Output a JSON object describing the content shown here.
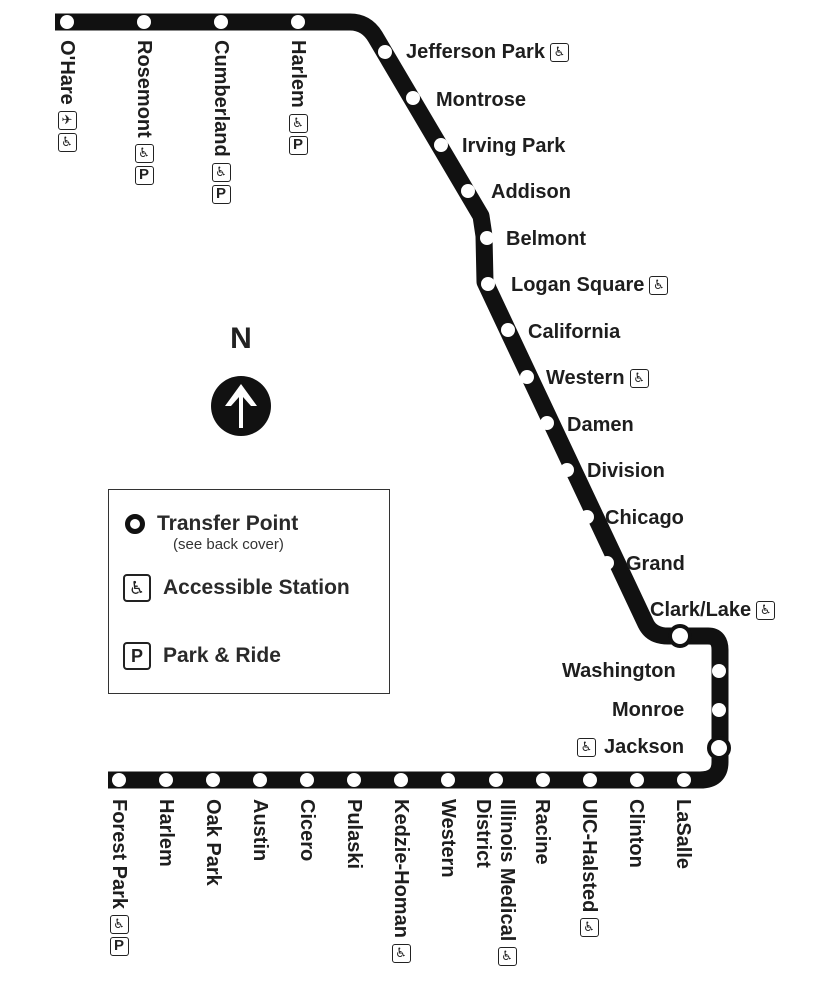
{
  "colors": {
    "line": "#111111",
    "station_fill": "#ffffff",
    "text": "#1e1e1e"
  },
  "north": {
    "label": "N",
    "icon": "north-arrow-icon"
  },
  "legend": {
    "transfer": "Transfer Point",
    "transfer_note": "(see back cover)",
    "accessible": "Accessible Station",
    "park_ride": "Park & Ride"
  },
  "icons": {
    "accessible": "wheelchair-icon",
    "parking": "P",
    "airport": "airplane-icon"
  },
  "stations_top": [
    {
      "name": "O'Hare"
    },
    {
      "name": "Rosemont"
    },
    {
      "name": "Cumberland"
    },
    {
      "name": "Harlem"
    }
  ],
  "stations_diagonal": [
    {
      "name": "Jefferson Park"
    },
    {
      "name": "Montrose"
    },
    {
      "name": "Irving Park"
    },
    {
      "name": "Addison"
    },
    {
      "name": "Belmont"
    },
    {
      "name": "Logan Square"
    },
    {
      "name": "California"
    },
    {
      "name": "Western"
    },
    {
      "name": "Damen"
    },
    {
      "name": "Division"
    },
    {
      "name": "Chicago"
    },
    {
      "name": "Grand"
    },
    {
      "name": "Clark/Lake"
    }
  ],
  "stations_loop": [
    {
      "name": "Washington"
    },
    {
      "name": "Monroe"
    },
    {
      "name": "Jackson"
    }
  ],
  "stations_bottom": [
    {
      "name": "Forest Park"
    },
    {
      "name": "Harlem"
    },
    {
      "name": "Oak Park"
    },
    {
      "name": "Austin"
    },
    {
      "name": "Cicero"
    },
    {
      "name": "Pulaski"
    },
    {
      "name": "Kedzie-Homan"
    },
    {
      "name": "Western"
    },
    {
      "name": "Illinois Medical",
      "line2": "District"
    },
    {
      "name": "Racine"
    },
    {
      "name": "UIC-Halsted"
    },
    {
      "name": "Clinton"
    },
    {
      "name": "LaSalle"
    }
  ]
}
